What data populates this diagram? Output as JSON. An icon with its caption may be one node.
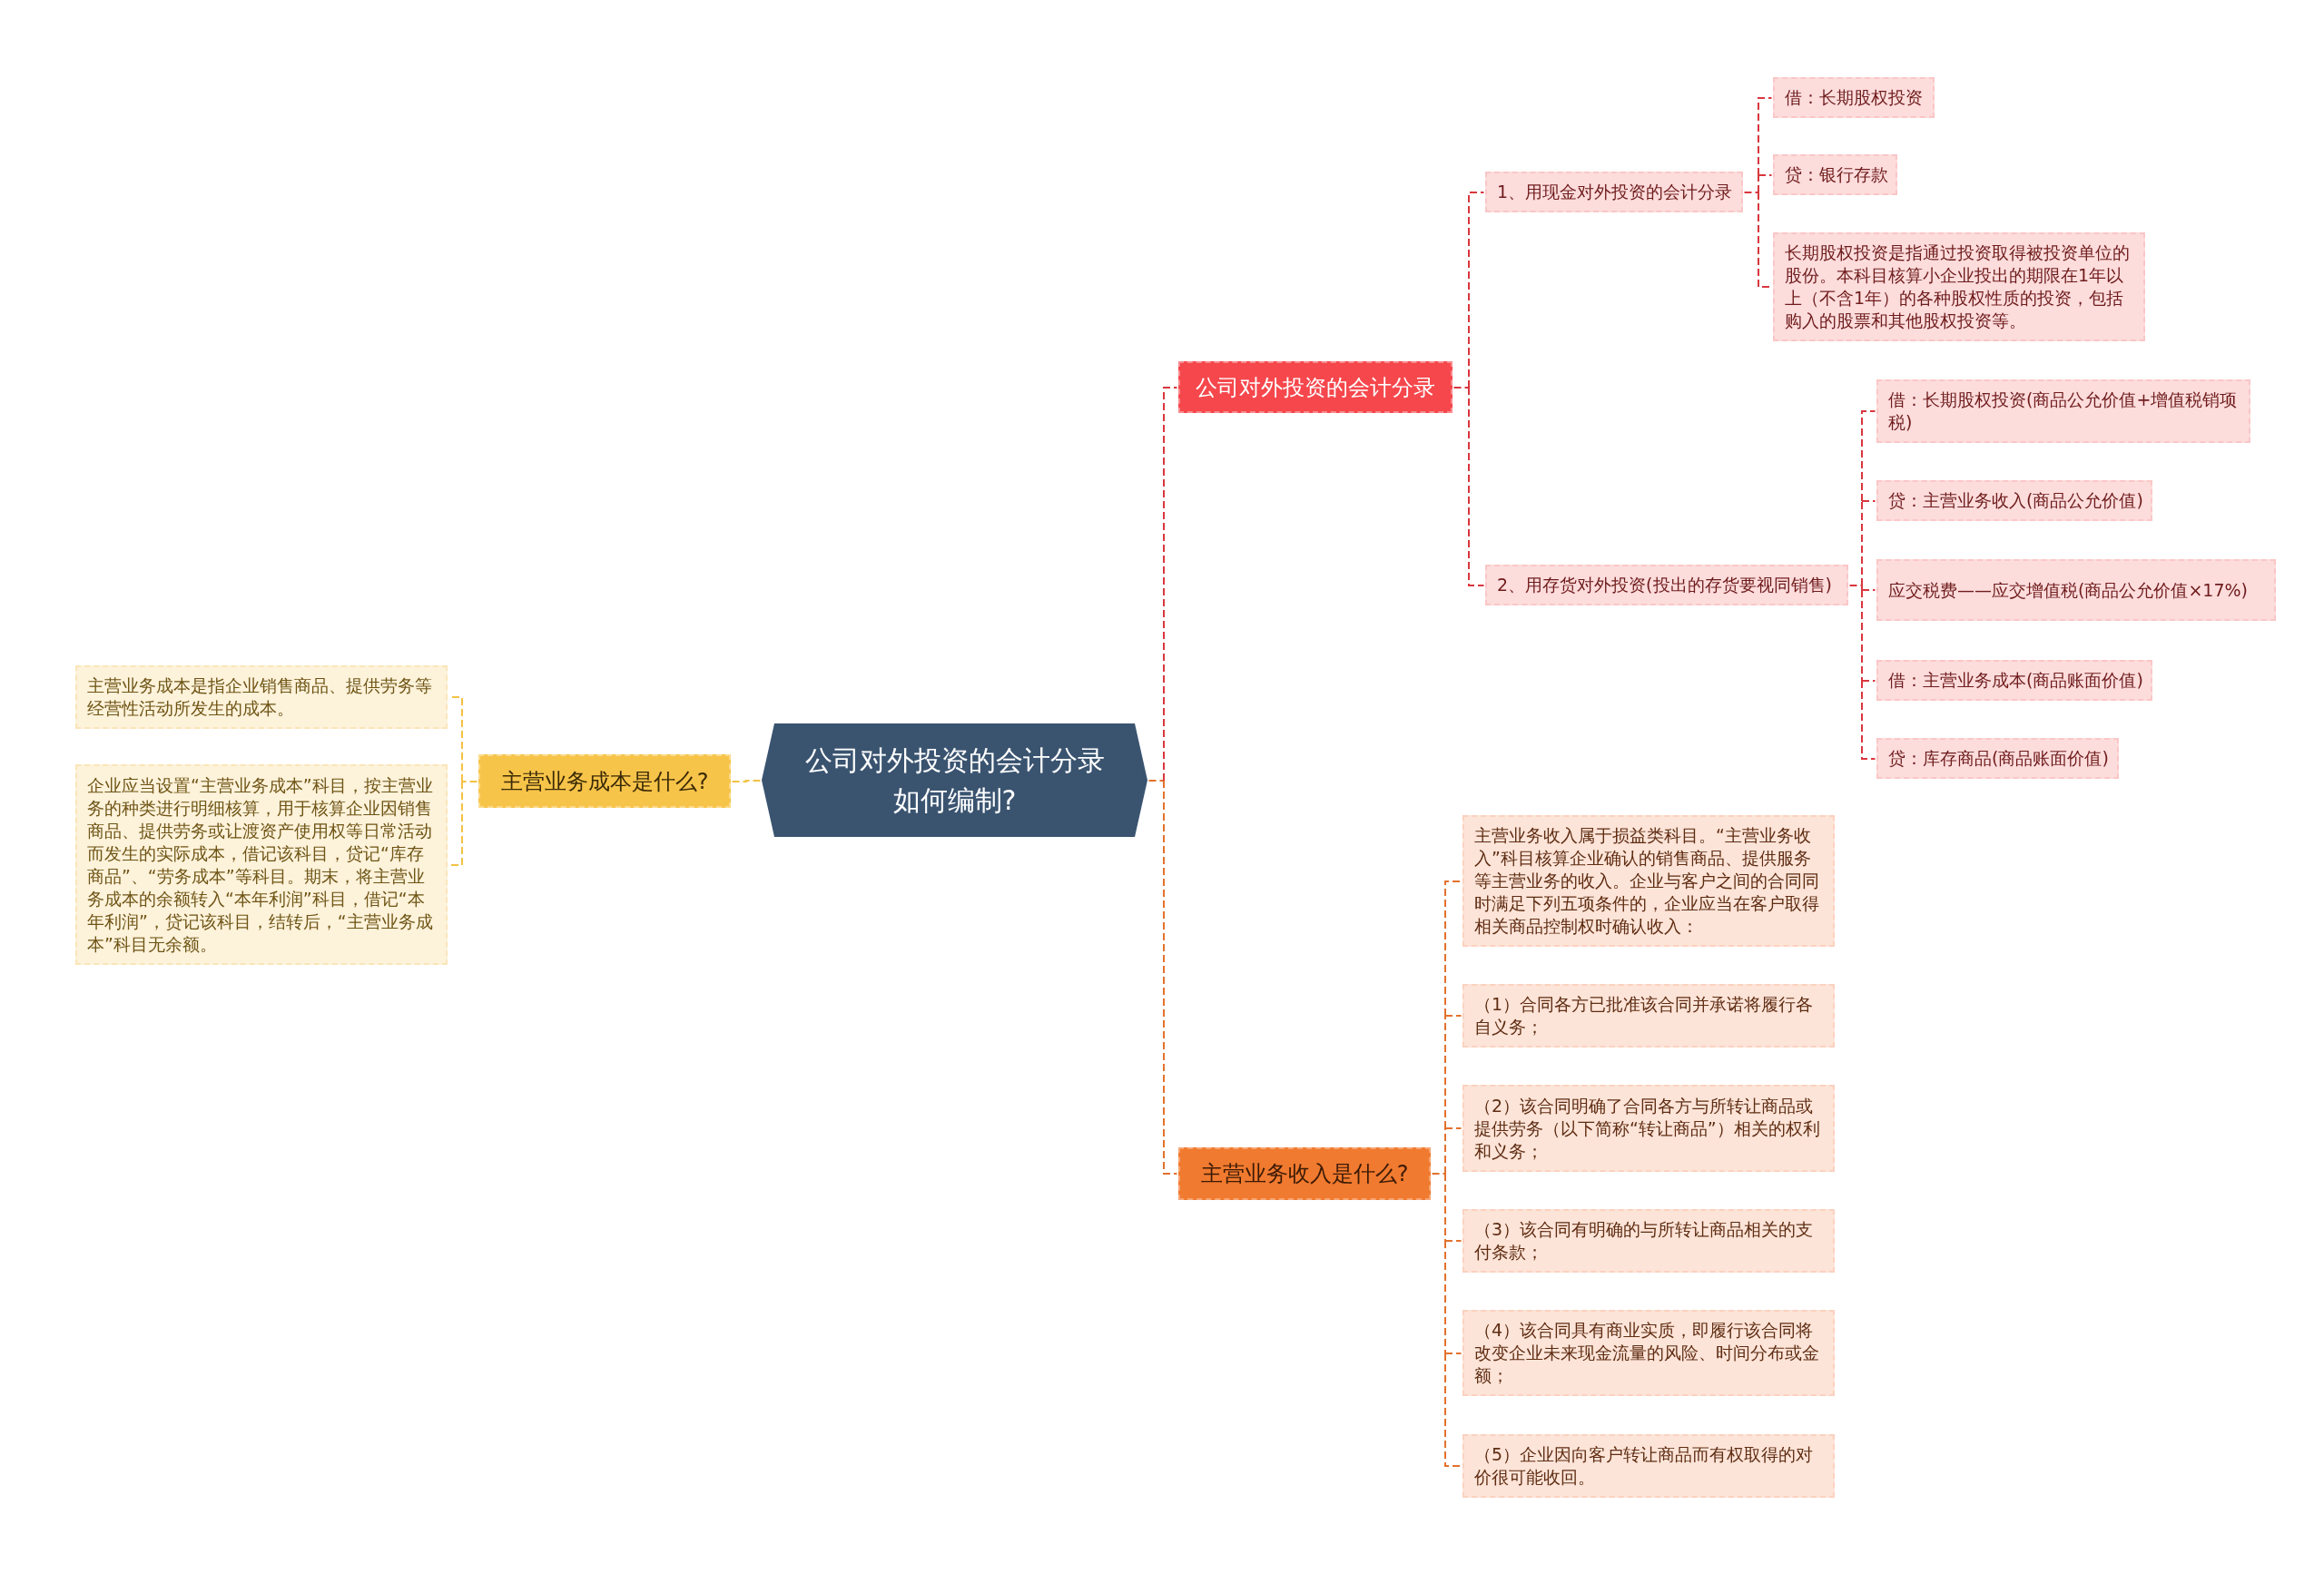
{
  "diagram": {
    "nodes": [
      {
        "text": [
          "公司对外投资的会计分录如何编制?"
        ]
      },
      {
        "text": [
          "公司对外投资的会计分录"
        ]
      },
      {
        "text": [
          "1、用现金对外投资的会计分录"
        ]
      },
      {
        "text": [
          "借：长期股权投资"
        ]
      },
      {
        "text": [
          "贷：银行存款"
        ]
      },
      {
        "text": [
          "长期股权投资是指通过投资取得被投资单位的股份。本科目核算小企业投出的期限在1年以上（不含1年）的各种股权性质的投资，包括购入的股票和其他股权投资等。"
        ]
      },
      {
        "text": [
          "2、用存货对外投资(投出的存货要视同销售)"
        ]
      },
      {
        "text": [
          "借：长期股权投资(商品公允价值+增值税销项税)"
        ]
      },
      {
        "text": [
          "贷：主营业务收入(商品公允价值)"
        ]
      },
      {
        "text": [
          "应交税费——应交增值税(商品公允价值×17%)"
        ]
      },
      {
        "text": [
          "借：主营业务成本(商品账面价值)"
        ]
      },
      {
        "text": [
          "贷：库存商品(商品账面价值)"
        ]
      },
      {
        "text": [
          "主营业务收入是什么?"
        ]
      },
      {
        "text": [
          "主营业务收入属于损益类科目。“主营业务收入”科目核算企业确认的销售商品、提供服务等主营业务的收入。企业与客户之间的合同同时满足下列五项条件的，企业应当在客户取得相关商品控制权时确认收入："
        ]
      },
      {
        "text": [
          "（1）合同各方已批准该合同并承诺将履行各自义务；"
        ]
      },
      {
        "text": [
          "（2）该合同明确了合同各方与所转让商品或提供劳务（以下简称“转让商品”）相关的权利和义务；"
        ]
      },
      {
        "text": [
          "（3）该合同有明确的与所转让商品相关的支付条款；"
        ]
      },
      {
        "text": [
          "（4）该合同具有商业实质，即履行该合同将改变企业未来现金流量的风险、时间分布或金额；"
        ]
      },
      {
        "text": [
          "（5）企业因向客户转让商品而有权取得的对价很可能收回。"
        ]
      },
      {
        "text": [
          "主营业务成本是什么?"
        ]
      },
      {
        "text": [
          "主营业务成本是指企业销售商品、提供劳务等经营性活动所发生的成本。"
        ]
      },
      {
        "text": [
          "企业应当设置“主营业务成本”科目，按主营业务的种类进行明细核算，用于核算企业因销售商品、提供劳务或让渡资产使用权等日常活动而发生的实际成本，借记该科目，贷记“库存商品”、“劳务成本”等科目。期末，将主营业务成本的余额转入“本年利润”科目，借记“本年利润”，贷记该科目，结转后，“主营业务成本”科目无余额。"
        ]
      }
    ],
    "edges": [
      {
        "from": 0,
        "to": 1,
        "arrow": "none"
      },
      {
        "from": 1,
        "to": 2,
        "arrow": "none"
      },
      {
        "from": 2,
        "to": 3,
        "arrow": "none"
      },
      {
        "from": 2,
        "to": 4,
        "arrow": "none"
      },
      {
        "from": 2,
        "to": 5,
        "arrow": "none"
      },
      {
        "from": 1,
        "to": 6,
        "arrow": "none"
      },
      {
        "from": 6,
        "to": 7,
        "arrow": "none"
      },
      {
        "from": 6,
        "to": 8,
        "arrow": "none"
      },
      {
        "from": 6,
        "to": 9,
        "arrow": "none"
      },
      {
        "from": 6,
        "to": 10,
        "arrow": "none"
      },
      {
        "from": 6,
        "to": 11,
        "arrow": "none"
      },
      {
        "from": 0,
        "to": 12,
        "arrow": "none",
        "color": "#e3712c"
      },
      {
        "from": 12,
        "to": 13,
        "arrow": "none",
        "color": "#e3712c"
      },
      {
        "from": 12,
        "to": 14,
        "arrow": "none",
        "color": "#e3712c"
      },
      {
        "from": 12,
        "to": 15,
        "arrow": "none",
        "color": "#e3712c"
      },
      {
        "from": 12,
        "to": 16,
        "arrow": "none",
        "color": "#e3712c"
      },
      {
        "from": 12,
        "to": 17,
        "arrow": "none",
        "color": "#e3712c"
      },
      {
        "from": 12,
        "to": 18,
        "arrow": "none",
        "color": "#e3712c"
      },
      {
        "from": 0,
        "to": 19,
        "arrow": "none",
        "color": "#f2c243"
      },
      {
        "from": 19,
        "to": 20,
        "arrow": "none",
        "color": "#f2c243"
      },
      {
        "from": 19,
        "to": 21,
        "arrow": "none",
        "color": "#f2c243"
      }
    ]
  }
}
